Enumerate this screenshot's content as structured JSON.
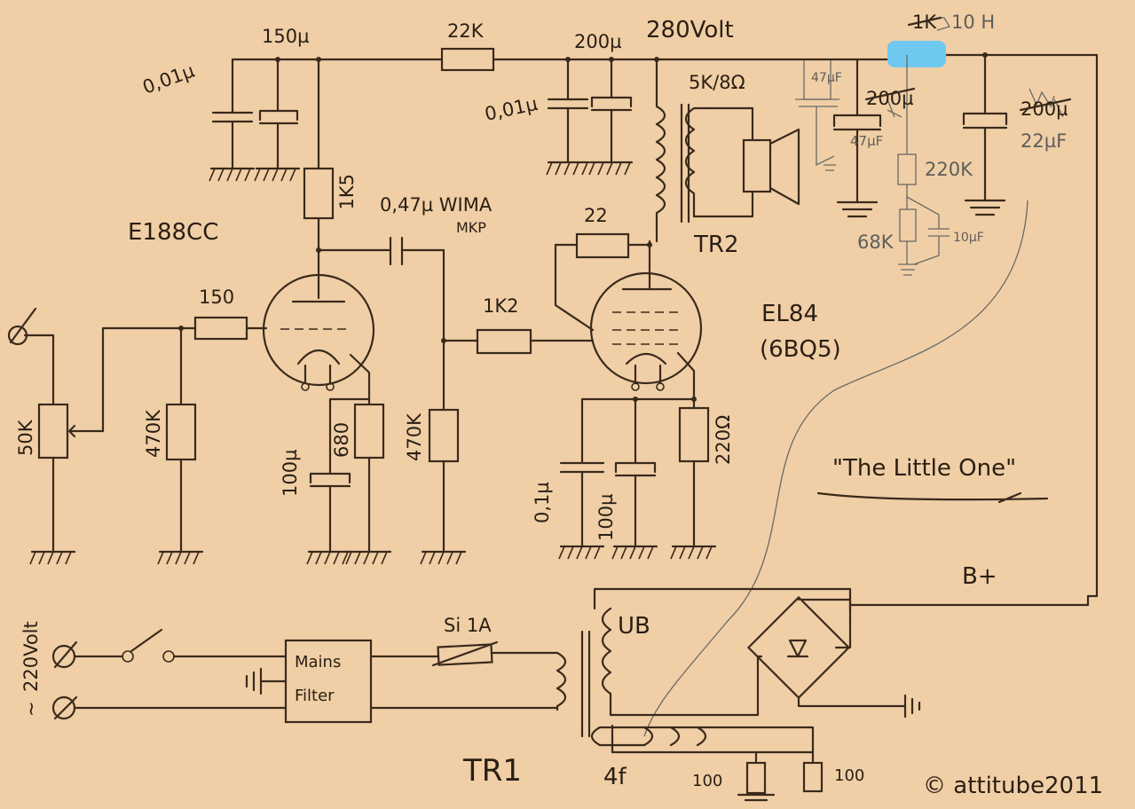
{
  "labels": {
    "c150u": "150µ",
    "r22k": "22K",
    "v280": "280Volt",
    "c200u_top": "200µ",
    "r1k_struck": "1K",
    "choke": "10 H",
    "c001_left": "0,01µ",
    "c001_right": "0,01µ",
    "ot": "5K/8Ω",
    "c47a": "47µF",
    "c200_struck1": "200µ",
    "c47b": "47µF",
    "c200_struck2": "200µ",
    "c22u": "22µF",
    "r220k": "220K",
    "r68k": "68K",
    "c10u": "10µF",
    "r1k5": "1K5",
    "tube1": "E188CC",
    "c047": "0,47µ WIMA",
    "mkp": "MKP",
    "r22": "22",
    "tr2": "TR2",
    "r150": "150",
    "r1k2": "1K2",
    "tube2": "EL84",
    "tube2b": "(6BQ5)",
    "pot": "50K",
    "r470k_a": "470K",
    "c100u": "100µ",
    "r680": "680",
    "r470k_b": "470K",
    "c01u": "0,1µ",
    "c100u_b": "100µ",
    "r220": "220Ω",
    "title": "\"The Little One\"",
    "bplus": "B+",
    "mains": "220Volt",
    "tilde": "~",
    "fuse": "Si 1A",
    "filter1": "Mains",
    "filter2": "Filter",
    "ub": "UB",
    "tr1": "TR1",
    "heater": "4f",
    "r100a": "100",
    "r100b": "100",
    "copyright": "© attitube2011"
  },
  "colors": {
    "paper": "#f0cfa6",
    "ink": "#3a2a1c",
    "pencil": "#6a6a66",
    "highlight": "#6ec8ef"
  }
}
